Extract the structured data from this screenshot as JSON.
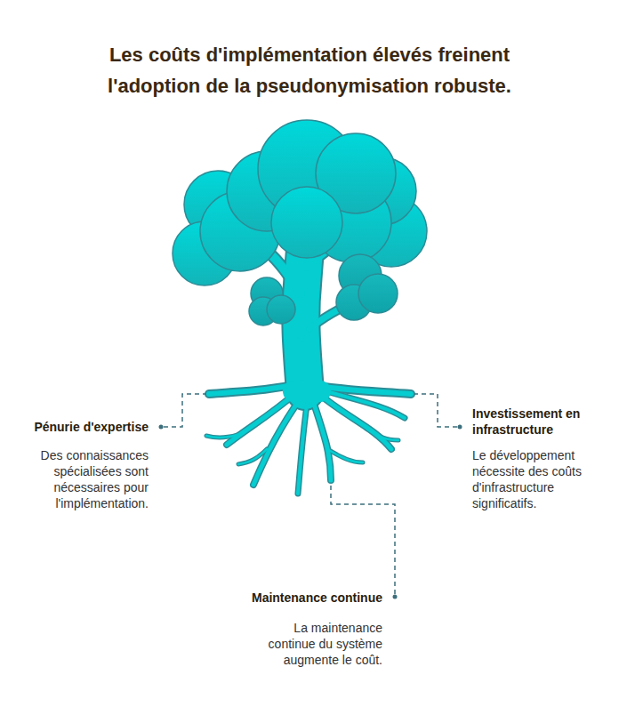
{
  "diagram": {
    "title": "Les coûts d'implémentation élevés freinent l'adoption de la pseudonymisation robuste.",
    "labels": [
      "Pénurie d'expertise",
      "Des connaissances spécialisées sont nécessaires pour l'implémentation.",
      "Investissement en infrastructure",
      "Le développement nécessite des coûts d'infrastructure significatifs.",
      "Maintenance continue",
      "La maintenance continue du système augmente le coût."
    ]
  }
}
